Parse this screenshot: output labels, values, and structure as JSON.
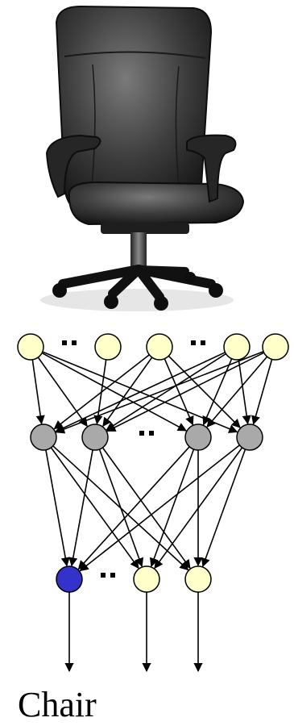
{
  "image": {
    "subject": "office-chair"
  },
  "network": {
    "layers": [
      {
        "name": "input",
        "node_color": "#ffffcc",
        "nodes": 5,
        "ellipsis_after": [
          0,
          2
        ]
      },
      {
        "name": "hidden",
        "node_color": "#a9a9a9",
        "nodes": 4,
        "ellipsis_after": [
          1
        ]
      },
      {
        "name": "output",
        "node_color": "#ffffcc",
        "active_color": "#3333cc",
        "active_index": 0,
        "nodes": 3,
        "ellipsis_after": [
          0
        ]
      }
    ],
    "output_label": "Chair"
  }
}
